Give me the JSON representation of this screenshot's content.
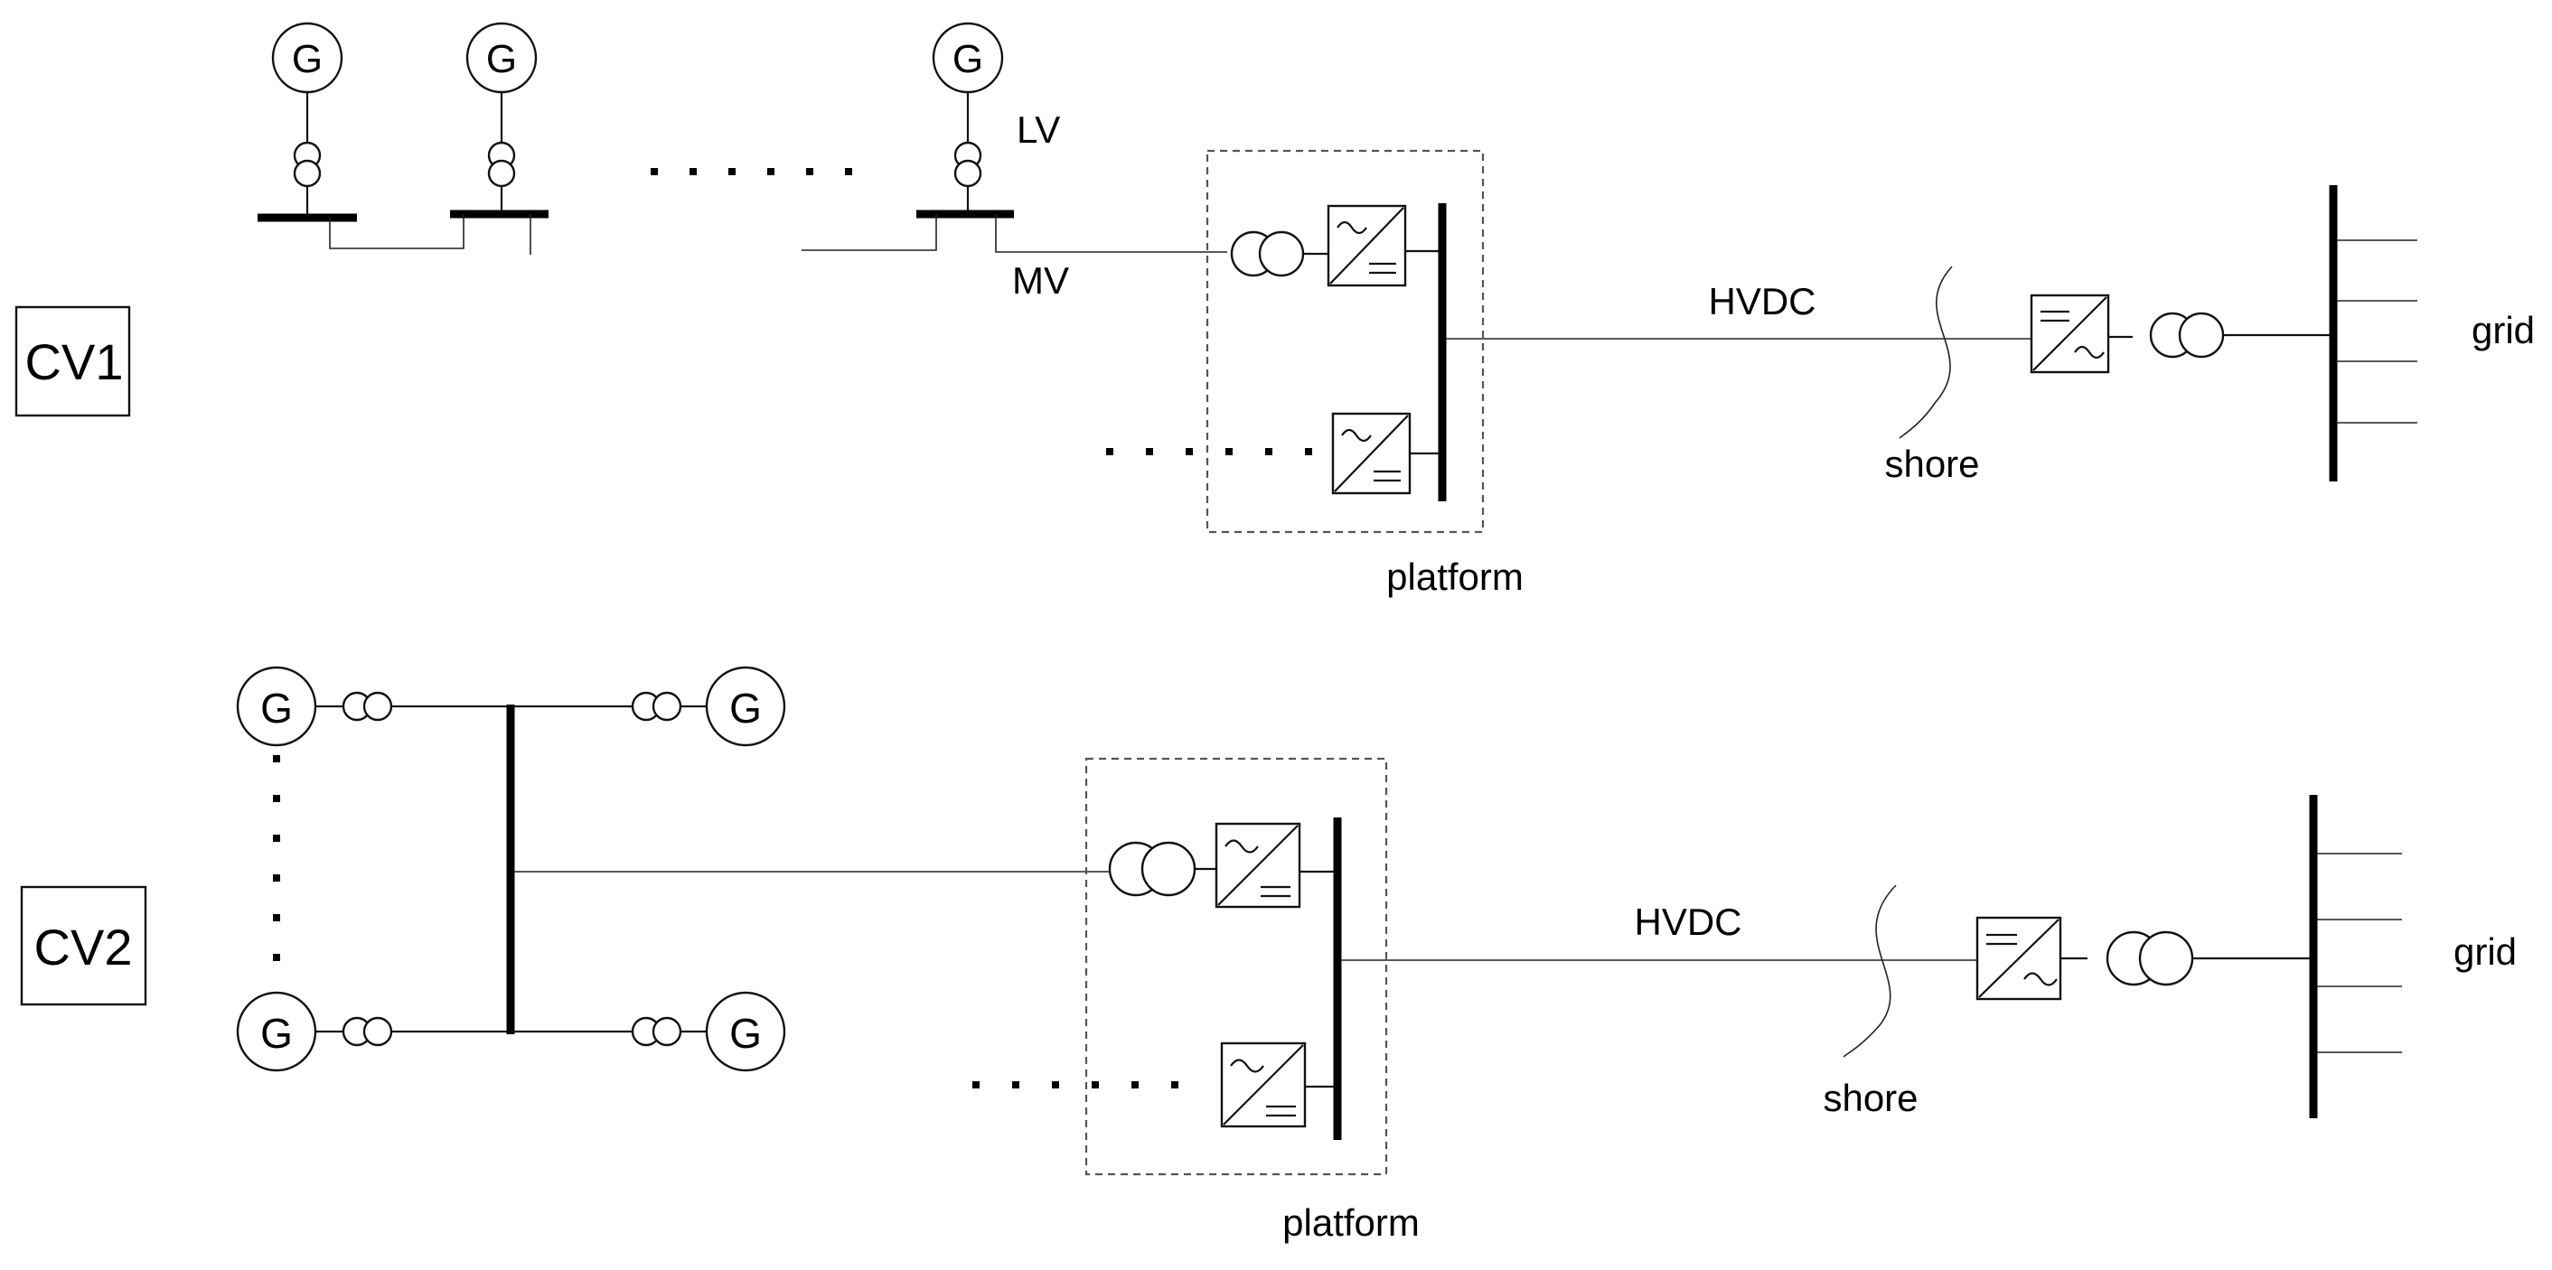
{
  "cv1": {
    "case_label": "CV1",
    "generator_symbol": "G",
    "lv_label": "LV",
    "mv_label": "MV",
    "hvdc_label": "HVDC",
    "shore_label": "shore",
    "grid_label": "grid",
    "platform_label": "platform"
  },
  "cv2": {
    "case_label": "CV2",
    "generator_symbol": "G",
    "hvdc_label": "HVDC",
    "shore_label": "shore",
    "grid_label": "grid",
    "platform_label": "platform"
  }
}
